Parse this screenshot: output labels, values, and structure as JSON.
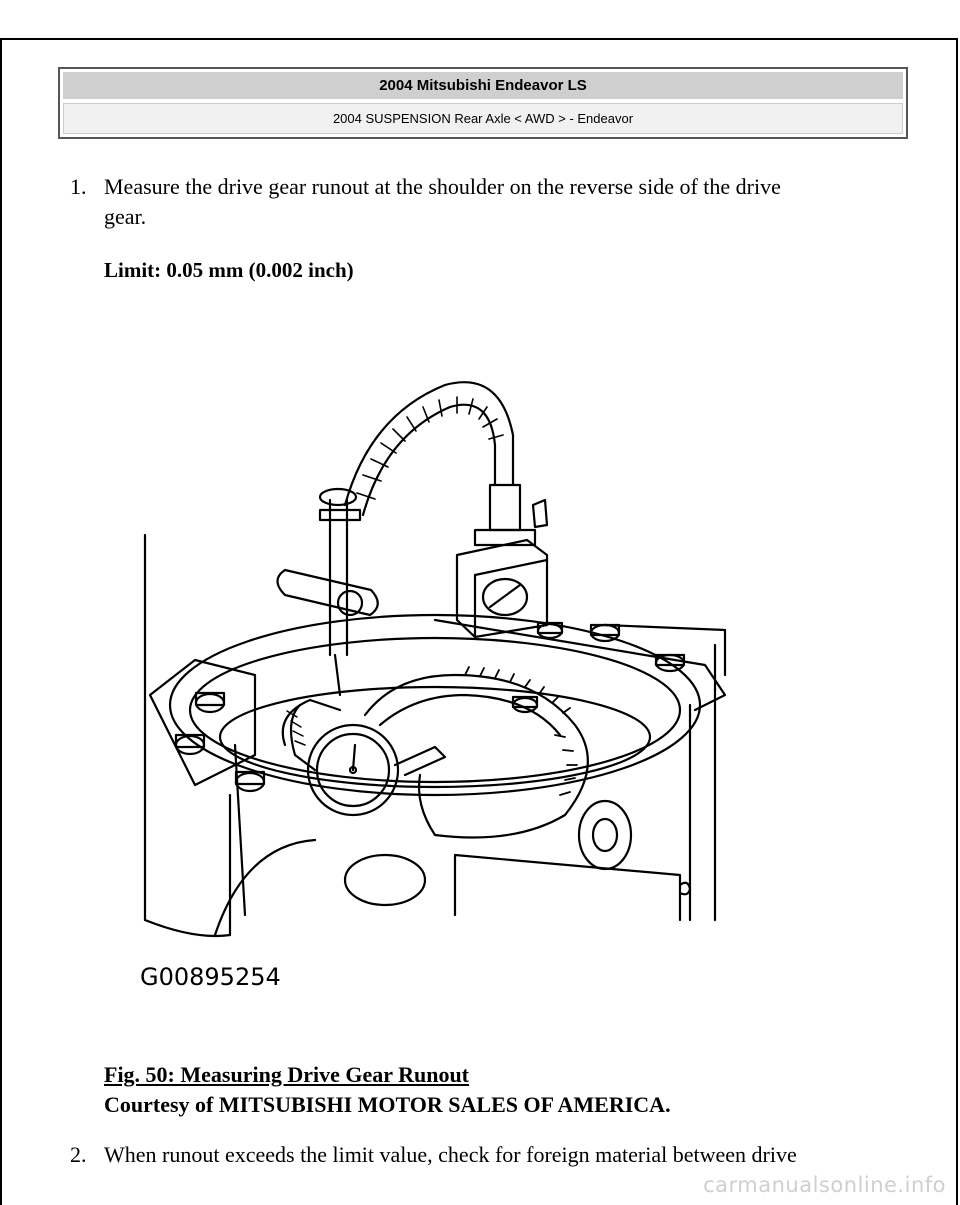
{
  "header": {
    "title": "2004 Mitsubishi Endeavor LS",
    "subtitle": "2004 SUSPENSION Rear Axle < AWD > - Endeavor"
  },
  "steps": [
    {
      "number": "1.",
      "line1": "Measure the drive gear runout at the shoulder on the reverse side of the drive",
      "line2": "gear."
    },
    {
      "number": "2.",
      "line1": "When runout exceeds the limit value, check for foreign material between drive"
    }
  ],
  "limit": "Limit: 0.05 mm (0.002 inch)",
  "figure": {
    "code": "G00895254",
    "caption": "Fig. 50: Measuring Drive Gear Runout",
    "credit": "Courtesy of MITSUBISHI MOTOR SALES OF AMERICA."
  },
  "watermark": "carmanualsonline.info"
}
